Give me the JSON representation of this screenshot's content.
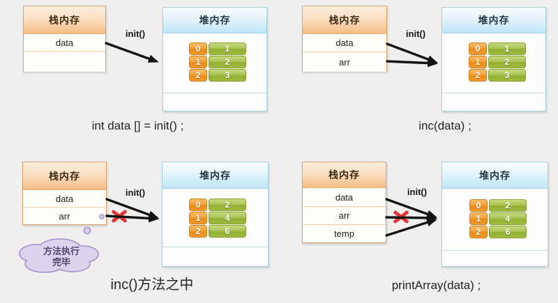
{
  "diagram_title": "Java array reference memory diagram",
  "colors": {
    "background": "#f0efed",
    "stack_header_top": "#fdeedd",
    "stack_header_bottom": "#f5bd85",
    "stack_border": "#e0a169",
    "heap_header_top": "#fbfdfe",
    "heap_header_bottom": "#bfe5f7",
    "heap_border": "#a5cfe2",
    "index_cell_orange": "#ee8b17",
    "value_cell_green": "#92b032",
    "arrow_black": "#141414",
    "x_mark_red": "#e23535",
    "cloud_fill": "#ddd3ef",
    "cloud_border": "#a austin",
    "cloud_stroke": "#a392c9"
  },
  "panels": [
    {
      "name": "declare-and-init",
      "stack_title": "栈内存",
      "heap_title": "堆内存",
      "stack_rows": [
        "data",
        ""
      ],
      "arrow_label": "init()",
      "array": {
        "indices": [
          "0",
          "1",
          "2"
        ],
        "values": [
          "1",
          "2",
          "3"
        ]
      },
      "caption": "int data [] = init() ;"
    },
    {
      "name": "inc-call",
      "stack_title": "栈内存",
      "heap_title": "堆内存",
      "stack_rows": [
        "data",
        "arr"
      ],
      "arrow_label": "init()",
      "array": {
        "indices": [
          "0",
          "1",
          "2"
        ],
        "values": [
          "1",
          "2",
          "3"
        ]
      },
      "caption": "inc(data) ;"
    },
    {
      "name": "inside-inc-method",
      "stack_title": "栈内存",
      "heap_title": "堆内存",
      "stack_rows": [
        "data",
        "arr"
      ],
      "arrow_label": "init()",
      "array": {
        "indices": [
          "0",
          "1",
          "2"
        ],
        "values": [
          "2",
          "4",
          "6"
        ]
      },
      "caption": "inc()方法之中"
    },
    {
      "name": "print-array",
      "stack_title": "栈内存",
      "heap_title": "堆内存",
      "stack_rows": [
        "data",
        "arr",
        "temp"
      ],
      "arrow_label": "init()",
      "array": {
        "indices": [
          "0",
          "1",
          "2"
        ],
        "values": [
          "2",
          "4",
          "6"
        ]
      },
      "caption": "printArray(data) ;"
    }
  ],
  "cloud": {
    "line1": "方法执行",
    "line2": "完毕"
  }
}
